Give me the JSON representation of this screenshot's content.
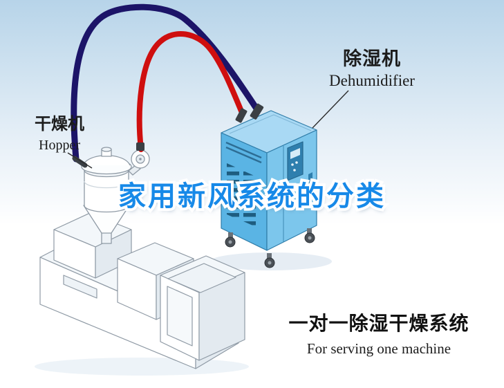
{
  "title": "家用新风系统的分类",
  "labels": {
    "dehumidifier": {
      "zh": "除湿机",
      "en": "Dehumidifier"
    },
    "hopper": {
      "zh": "干燥机",
      "en": "Hopper"
    },
    "system": {
      "zh": "一对一除湿干燥系统",
      "en": "For serving one machine"
    }
  },
  "colors": {
    "background_top": "#b7d4e9",
    "pipe_red": "#cf0f0f",
    "pipe_navy": "#1c1468",
    "machine_top": "#a9d9f4",
    "machine_front": "#5ab4e4",
    "machine_side": "#7cc6ec",
    "title_blue": "#1789e8"
  }
}
